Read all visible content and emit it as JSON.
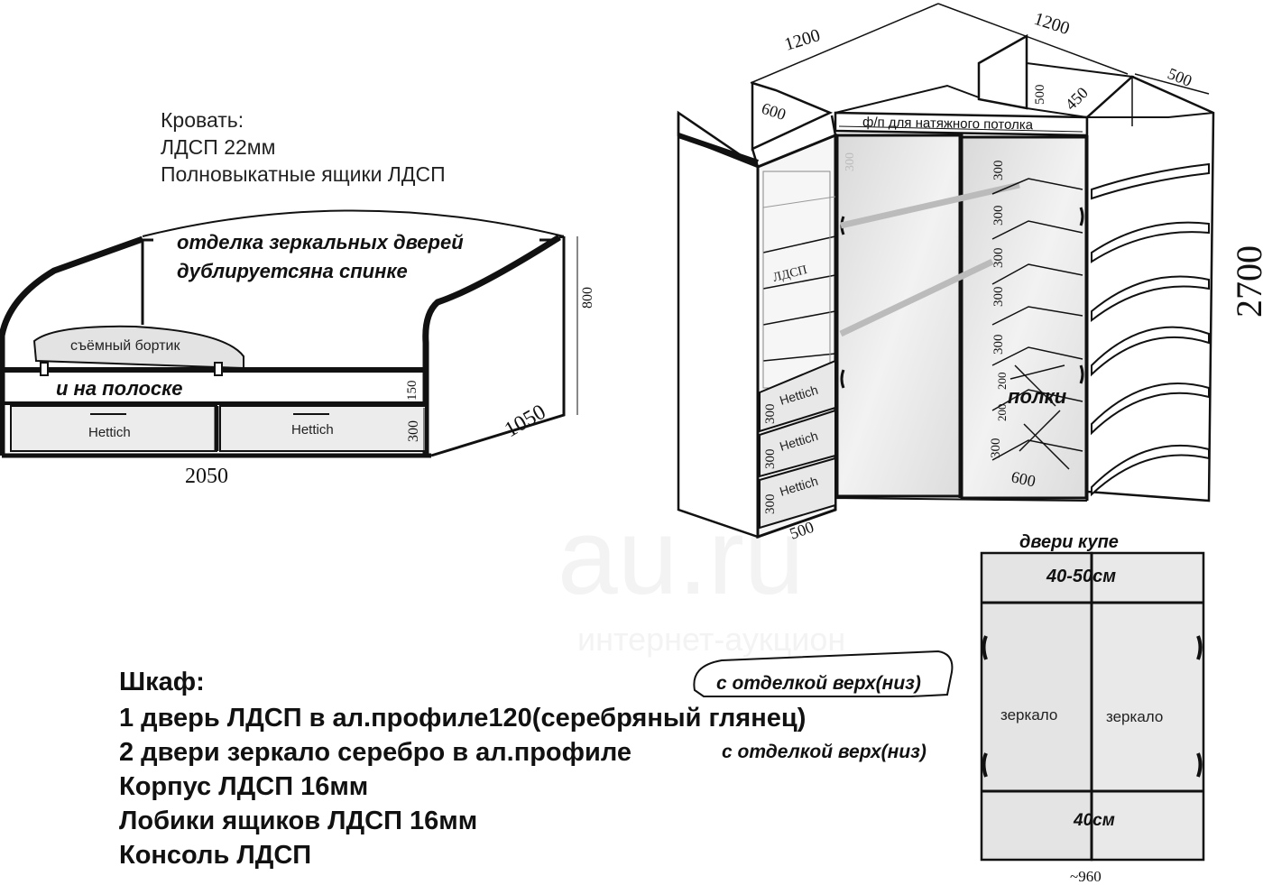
{
  "bed": {
    "title_lines": [
      "Кровать:",
      "ЛДСП 22мм",
      "Полновыкатные ящики ЛДСП"
    ],
    "note_line1": "отделка зеркальных дверей",
    "note_line2": "дублируетсяна спинке",
    "removable_side": "съёмный бортик",
    "on_shelf": "и на полоске",
    "drawer_left_brand": "Hettich",
    "drawer_right_brand": "Hettich",
    "dim_height": "800",
    "dim_width": "2050",
    "dim_depth": "1050",
    "dim_top_strip": "150",
    "dim_drawer": "300"
  },
  "wardrobe": {
    "dim_left_top": "1200",
    "dim_right_top": "1200",
    "dim_left_depth": "600",
    "dim_right_console": "500",
    "dim_inner_500": "500",
    "dim_inner_450": "450",
    "ceiling_strip": "ф/п для натяжного потолка",
    "dim_height": "2700",
    "left_material": "ЛДСП",
    "shelf_300_left": "300",
    "right_col_dims": [
      "300",
      "300",
      "300",
      "300",
      "300"
    ],
    "right_col_200a": "200",
    "right_col_200b": "200",
    "right_col_300_bottom": "300",
    "shelves_note": "полки",
    "dim_bottom_right": "600",
    "dim_bottom_left": "500",
    "drawers": [
      {
        "dim": "300",
        "brand": "Hettich"
      },
      {
        "dim": "300",
        "brand": "Hettich"
      },
      {
        "dim": "300",
        "brand": "Hettich"
      }
    ]
  },
  "doors": {
    "title": "двери купе",
    "top_band": "40-50см",
    "left_panel": "зеркало",
    "right_panel": "зеркало",
    "bottom_band": "40см",
    "width": "~960"
  },
  "wardrobe_specs": {
    "heading": "Шкаф:",
    "line1": "1 дверь ЛДСП  в ал.профиле120(серебряный глянец)",
    "line2": "2 двери зеркало серебро в ал.профиле",
    "line2_note": "с отделкой верх(низ)",
    "line3": "Корпус ЛДСП 16мм",
    "line4": "Лобики ящиков ЛДСП 16мм",
    "line5": "Консоль ЛДСП",
    "callout": "с отделкой верх(низ)"
  },
  "watermark": {
    "big": "au.ru",
    "small": "интернет-аукцион"
  },
  "colors": {
    "line": "#111111",
    "panel_fill": "#ededed",
    "mirror_fill": "#e6e6e6"
  }
}
